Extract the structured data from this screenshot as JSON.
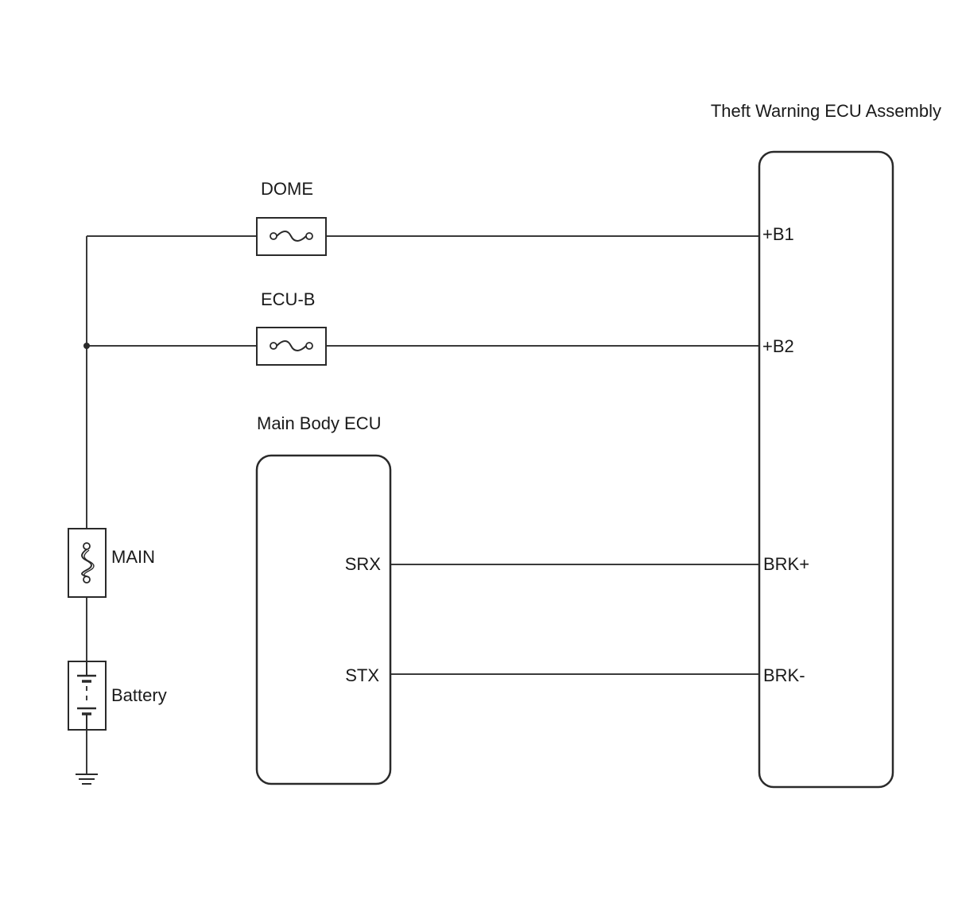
{
  "diagram": {
    "theft_ecu_title": "Theft Warning ECU Assembly",
    "main_body_ecu_title": "Main Body ECU",
    "fuses": {
      "dome": "DOME",
      "ecu_b": "ECU-B",
      "main": "MAIN"
    },
    "battery_label": "Battery",
    "theft_ecu_pins": {
      "b1": "+B1",
      "b2": "+B2",
      "brk_plus": "BRK+",
      "brk_minus": "BRK-"
    },
    "main_body_ecu_pins": {
      "srx": "SRX",
      "stx": "STX"
    }
  }
}
